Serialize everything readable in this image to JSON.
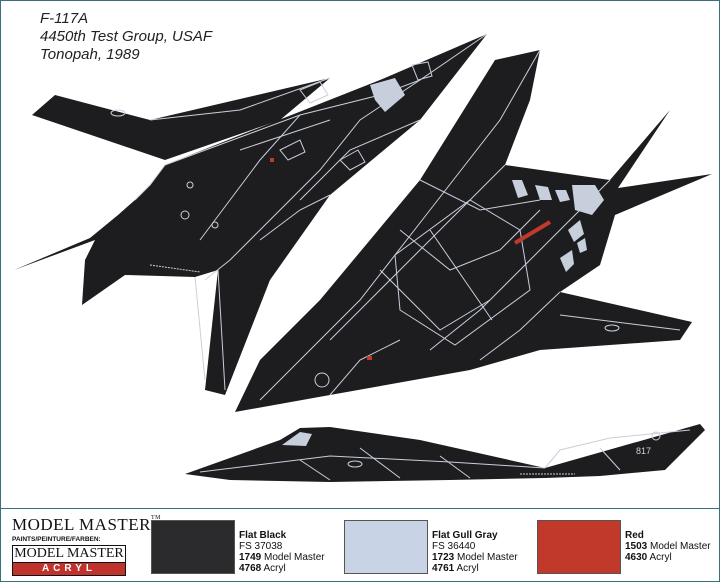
{
  "caption": {
    "line1": "F-117A",
    "line2": "4450th Test Group, USAF",
    "line3": "Tonopah, 1989"
  },
  "tail_number": "817",
  "colors": {
    "aircraft": "#1d1d1f",
    "panel_lines": "#c8cfdc",
    "frame": "#3a6f7a"
  },
  "brand": {
    "name": "MODEL MASTER",
    "tm": "TM",
    "tagline": "PAINTS/PEINTURE/FARBEN:",
    "logo_top": "MODEL MASTER",
    "logo_bottom": "ACRYL"
  },
  "swatches": [
    {
      "name": "Flat Black",
      "fs": "FS 37038",
      "mm_code": "1749",
      "mm_label": " Model Master",
      "acryl_code": "4768",
      "acryl_label": " Acryl",
      "color": "#2b2b2d"
    },
    {
      "name": "Flat Gull Gray",
      "fs": "FS 36440",
      "mm_code": "1723",
      "mm_label": " Model Master",
      "acryl_code": "4761",
      "acryl_label": " Acryl",
      "color": "#c9d3e6"
    },
    {
      "name": "Red",
      "fs": "",
      "mm_code": "1503",
      "mm_label": " Model Master",
      "acryl_code": "4630",
      "acryl_label": " Acryl",
      "color": "#c0392b"
    }
  ]
}
